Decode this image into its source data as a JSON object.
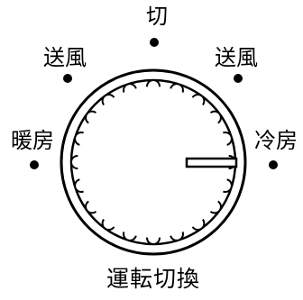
{
  "knob": {
    "name": "運転切換",
    "positions": [
      {
        "label": "切"
      },
      {
        "label": "送風"
      },
      {
        "label": "送風"
      },
      {
        "label": "暖房"
      },
      {
        "label": "冷房"
      }
    ],
    "selected": "冷房"
  }
}
